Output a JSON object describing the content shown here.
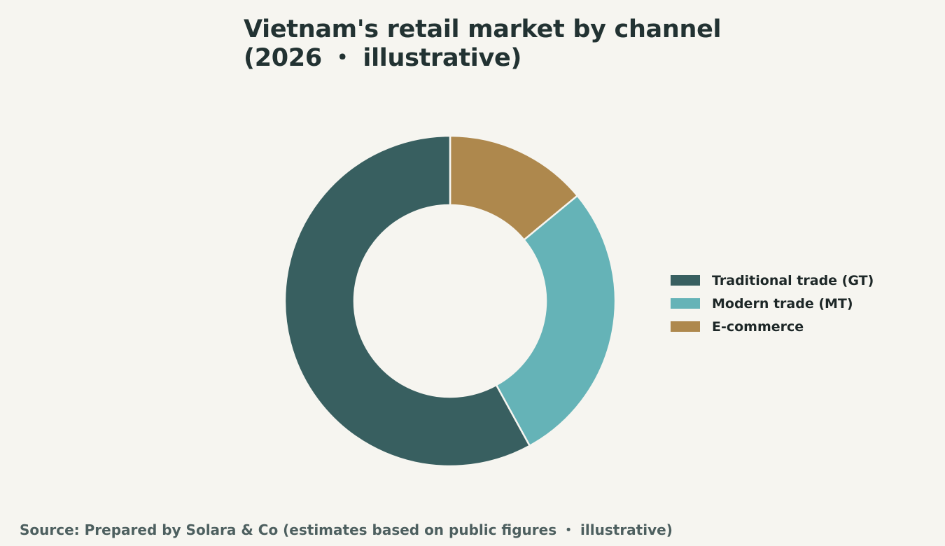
{
  "colors": {
    "background": "#f6f5f0",
    "traditional": "#385f60",
    "modern": "#65b3b7",
    "ecommerce": "#ae884d"
  },
  "chart_data": {
    "type": "pie",
    "variant": "donut",
    "title_lines": [
      "Vietnam's retail market by channel",
      "(2026 ・ illustrative)"
    ],
    "categories": [
      "Traditional trade (GT)",
      "Modern trade (MT)",
      "E-commerce"
    ],
    "values": [
      58,
      28,
      14
    ],
    "unit": "share (%)",
    "colors": [
      "#385f60",
      "#65b3b7",
      "#ae884d"
    ],
    "start_angle": "12 o'clock",
    "direction": "clockwise",
    "slice_order": [
      "E-commerce",
      "Modern trade (MT)",
      "Traditional trade (GT)"
    ],
    "legend_position": "right"
  },
  "source": "Source: Prepared by Solara & Co (estimates based on public figures ・ illustrative)"
}
